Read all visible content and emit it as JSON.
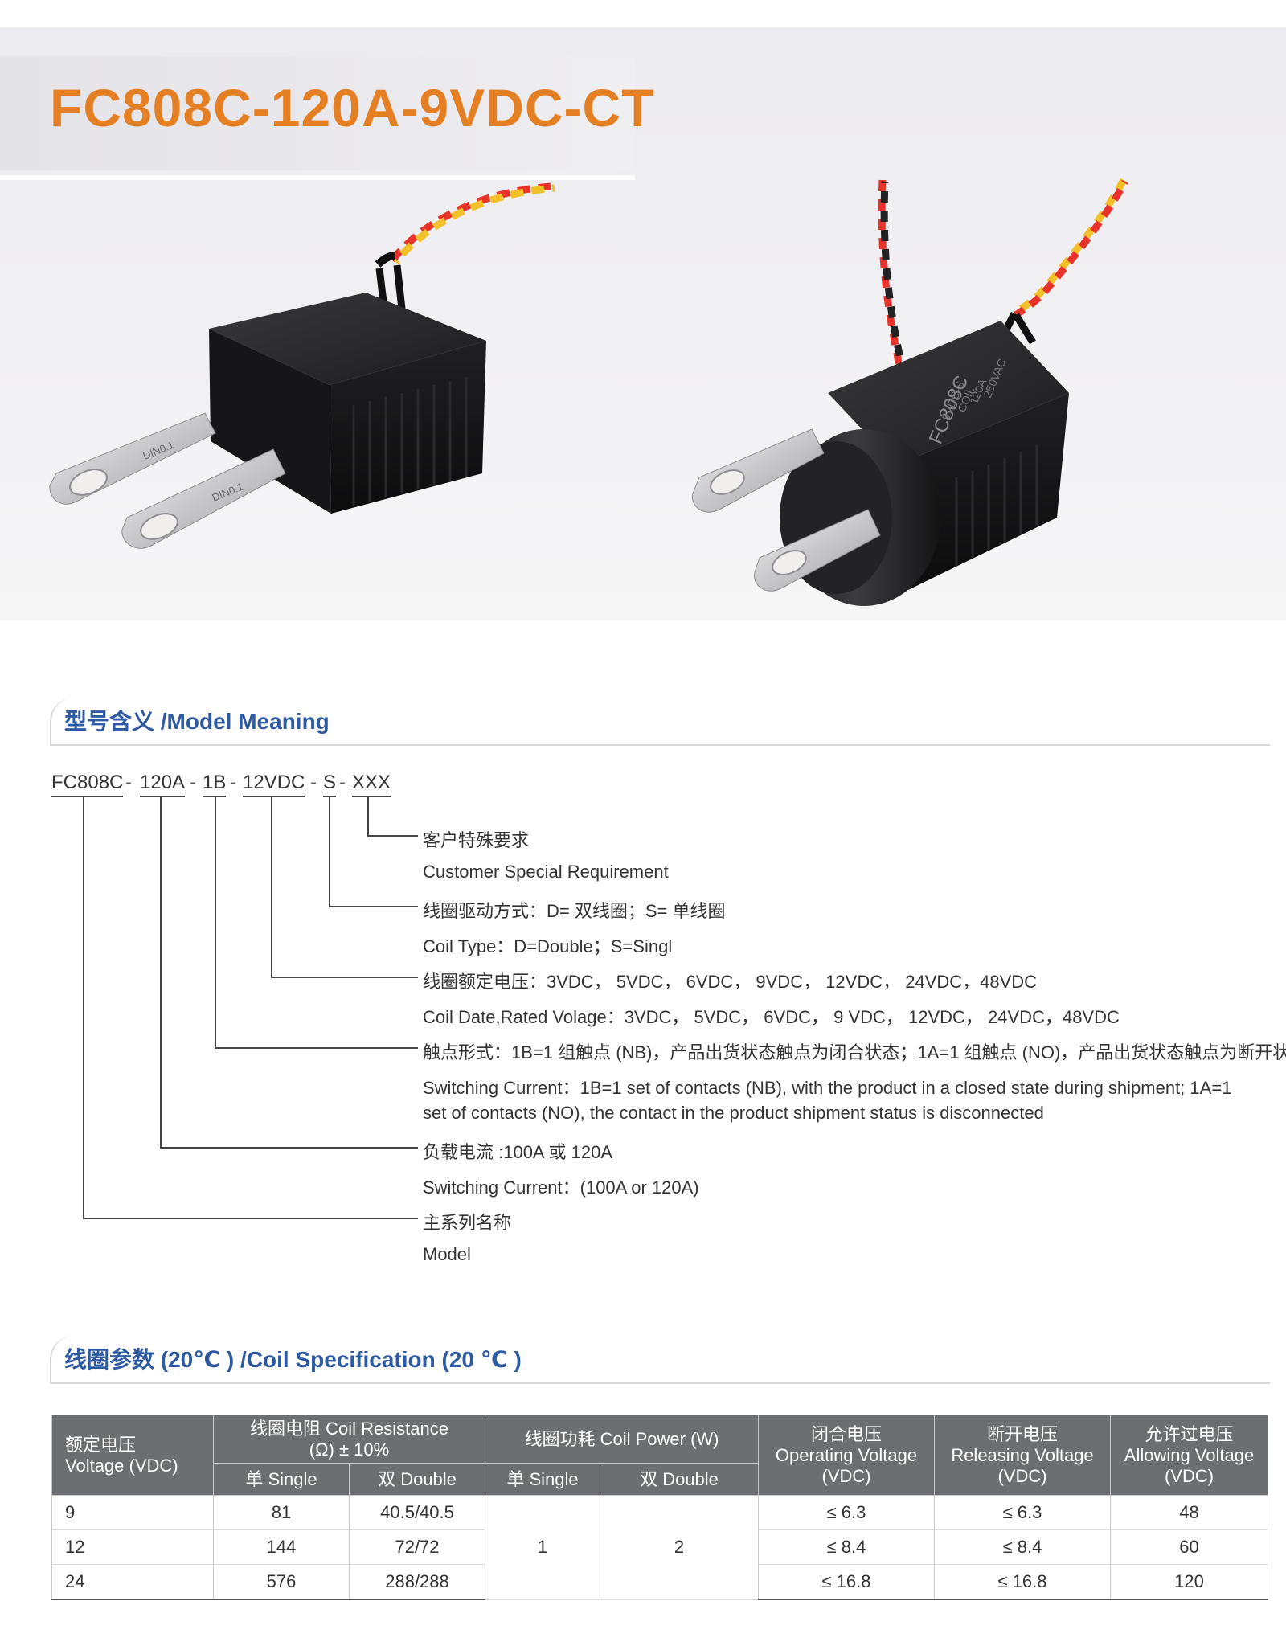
{
  "header": {
    "title": "FC808C-120A-9VDC-CT"
  },
  "hero": {
    "left_relay": {
      "terminal_marks": [
        "DIN0.1",
        "DIN0.1"
      ]
    },
    "right_relay": {
      "front_text": "FC808C",
      "body_lines": [
        "COIL",
        "9VDC-S",
        "120A",
        "250VAC"
      ]
    }
  },
  "model_section": {
    "heading": "型号含义 /Model Meaning",
    "code_parts": [
      "FC808C",
      "120A",
      "1B",
      "12VDC",
      "S",
      "XXX"
    ],
    "separator": "-",
    "descriptions": [
      "客户特殊要求",
      "Customer Special Requirement",
      "线圈驱动方式：D= 双线圈；S= 单线圈",
      "Coil Type：D=Double；S=Singl",
      "线圈额定电压：3VDC， 5VDC， 6VDC， 9VDC， 12VDC， 24VDC，48VDC",
      "Coil Date,Rated Volage：3VDC， 5VDC， 6VDC， 9 VDC， 12VDC， 24VDC，48VDC",
      "触点形式：1B=1 组触点 (NB)，产品出货状态触点为闭合状态；1A=1 组触点 (NO)，产品出货状态触点为断开状态",
      "Switching Current：1B=1 set of contacts (NB), with the product in a closed state during shipment; 1A=1",
      "set of contacts (NO), the contact in the product shipment status is disconnected",
      "负载电流 :100A 或 120A",
      "Switching Current：(100A or 120A)",
      "主系列名称",
      "Model"
    ]
  },
  "coil_section": {
    "heading": "线圈参数 (20℃ ) /Coil Specification (20 ℃ )",
    "table": {
      "col_rated": [
        "额定电压",
        "Voltage (VDC)"
      ],
      "col_resistance": [
        "线圈电阻 Coil Resistance",
        "(Ω) ± 10%"
      ],
      "col_power": "线圈功耗 Coil Power (W)",
      "col_operating": [
        "闭合电压",
        "Operating Voltage",
        "(VDC)"
      ],
      "col_releasing": [
        "断开电压",
        "Releasing Voltage",
        "(VDC)"
      ],
      "col_allowing": [
        "允许过电压",
        "Allowing Voltage",
        "(VDC)"
      ],
      "sub_single": "单 Single",
      "sub_double": "双 Double",
      "power_single": "1",
      "power_double": "2",
      "rows": [
        {
          "voltage": "9",
          "res_single": "81",
          "res_double": "40.5/40.5",
          "operating": "≤ 6.3",
          "releasing": "≤ 6.3",
          "allowing": "48"
        },
        {
          "voltage": "12",
          "res_single": "144",
          "res_double": "72/72",
          "operating": "≤ 8.4",
          "releasing": "≤ 8.4",
          "allowing": "60"
        },
        {
          "voltage": "24",
          "res_single": "576",
          "res_double": "288/288",
          "operating": "≤ 16.8",
          "releasing": "≤ 16.8",
          "allowing": "120"
        }
      ]
    }
  },
  "colors": {
    "title": "#e57f24",
    "heading": "#2e5aa4",
    "table_header": "#6d6e72"
  }
}
